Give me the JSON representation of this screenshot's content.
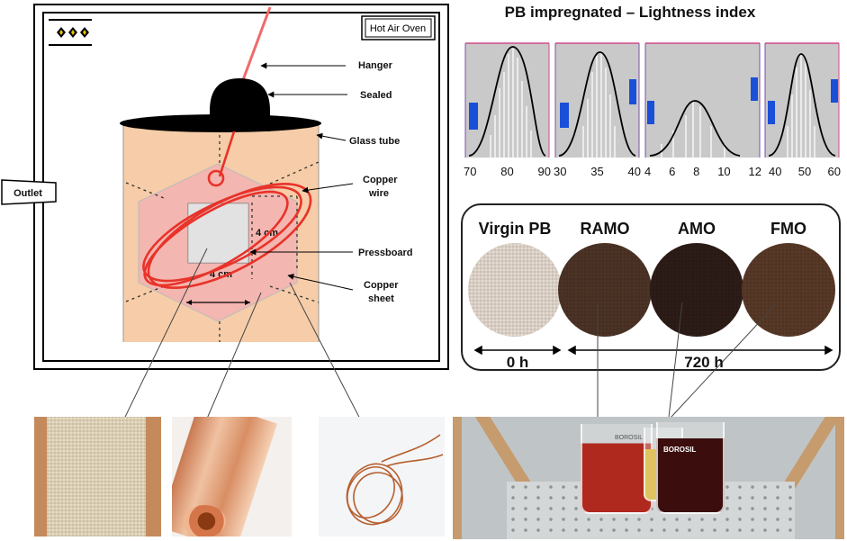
{
  "oven": {
    "title": "Hot Air Oven",
    "outlet": "Outlet",
    "hanger": "Hanger",
    "sealed": "Sealed",
    "glass_tube": "Glass tube",
    "copper_wire_1": "Copper",
    "copper_wire_2": "wire",
    "pressboard": "Pressboard",
    "copper_sheet_1": "Copper",
    "copper_sheet_2": "sheet",
    "dim_height": "4 cm",
    "dim_width": "4 cm",
    "colors": {
      "tube": "#f6cda8",
      "wire": "#e8332a",
      "sheet": "#f4b6b0",
      "cap": "#000000"
    }
  },
  "histograms": {
    "title": "PB impregnated – Lightness index",
    "panels": [
      {
        "ticks": [
          "70",
          "80",
          "90"
        ]
      },
      {
        "ticks": [
          "30",
          "35",
          "40"
        ]
      },
      {
        "ticks": [
          "4",
          "6",
          "8",
          "10",
          "12"
        ]
      },
      {
        "ticks": [
          "40",
          "50",
          "60"
        ]
      }
    ],
    "colors": {
      "panel_bg": "#c9c9c9",
      "curve": "#000000",
      "box": "#1a4fd8"
    }
  },
  "samples": {
    "labels": [
      "Virgin PB",
      "RAMO",
      "AMO",
      "FMO"
    ],
    "time_start": "0 h",
    "time_end": "720 h",
    "colors": [
      "#e6dbd0",
      "#4d3426",
      "#2e1d17",
      "#5a3a28"
    ]
  },
  "photos": {
    "beaker_brand_1": "BOROSIL",
    "beaker_brand_2": "BOROSIL"
  }
}
